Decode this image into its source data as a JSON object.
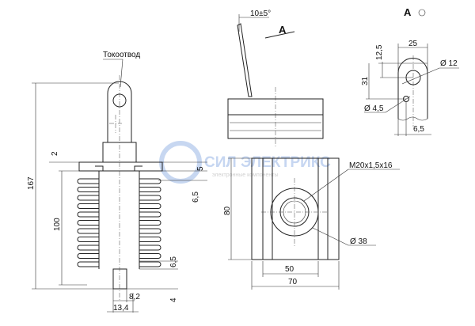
{
  "watermark": {
    "brand": "СИЛ ЭЛЕКТРИКС",
    "tagline": "электронные компоненты",
    "color": "#b9cdee"
  },
  "side_view": {
    "terminal_label": "Токоотвод",
    "dims": {
      "overall_height": "167",
      "fin_height": "100",
      "plate_gap": "2",
      "plate_thickness": "5",
      "fin_offset": "6,5",
      "fin_bottom": "6,5",
      "stud_height": "4",
      "stud_width": "8,2",
      "base_width": "13,4"
    }
  },
  "front_view": {
    "angle": "10±5°",
    "view_marker": "A",
    "dims": {
      "height": "80",
      "inner_width": "50",
      "width": "70",
      "thread": "M20x1,5x16",
      "diameter": "Ø 38"
    }
  },
  "view_a": {
    "title": "A",
    "dims": {
      "width": "25",
      "top_offset": "12,5",
      "hole_spacing": "31",
      "big_hole": "Ø 12",
      "small_hole": "Ø 4,5",
      "small_offset": "6,5"
    }
  }
}
